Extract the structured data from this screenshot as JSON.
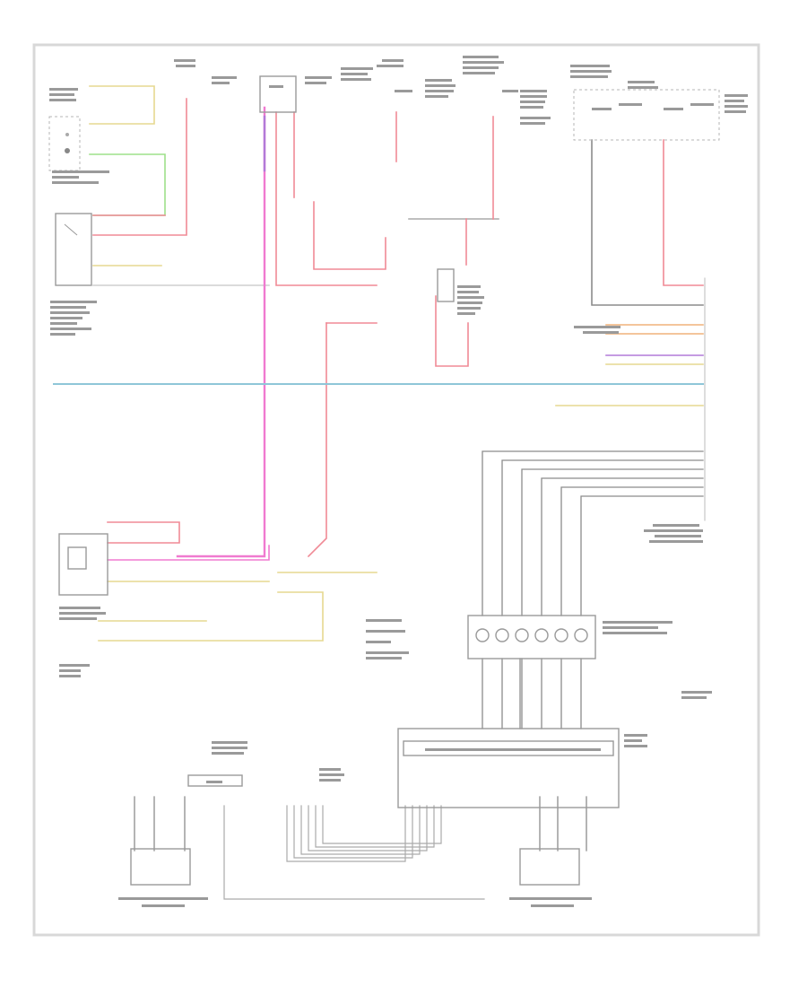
{
  "diagram": {
    "type": "wiring-diagram",
    "wire_colors": {
      "red": "#f08a96",
      "pink": "#f07ad0",
      "purple": "#b27ad8",
      "yellow": "#e6d890",
      "green": "#9ee08a",
      "blue": "#8fc6d8",
      "gray": "#8c8c8c",
      "orange": "#f0b27a",
      "black": "#707070"
    },
    "components": [
      "brake-light-switch-block",
      "transmission-shifter-switch",
      "fuse-block-upper",
      "underhood-fuse-box",
      "ignition-relay",
      "steering-column-connector",
      "clockspring-connector",
      "multifunction-steering-wheel-control-module",
      "left-paddle-switch",
      "right-paddle-switch",
      "instrument-cluster-connector"
    ]
  }
}
